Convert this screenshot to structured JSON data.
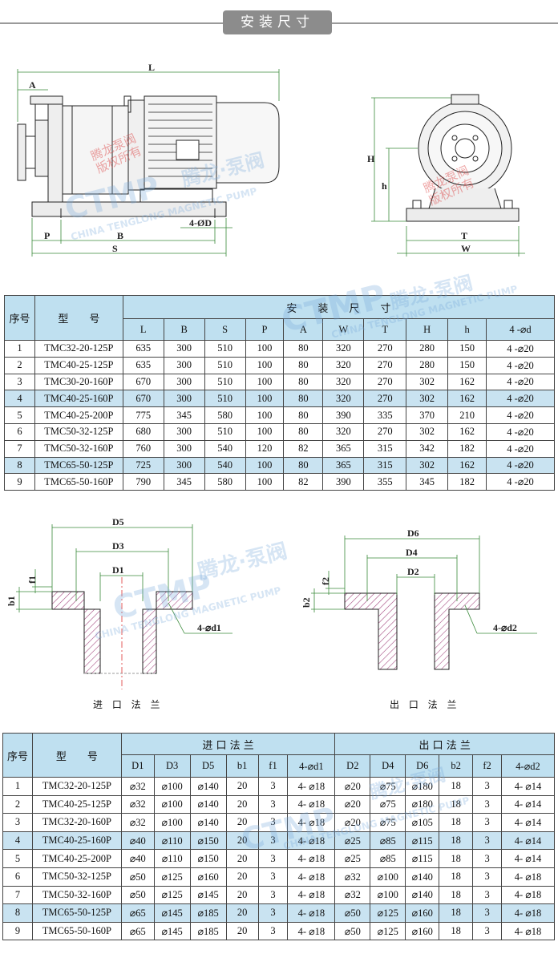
{
  "header": {
    "title": "安装尺寸"
  },
  "watermarks": {
    "ctmp": "CTMP",
    "brand_cn": "腾龙·泵阀",
    "brand_en": "CHINA TENGLONG MAGNETIC PUMP",
    "copyright_line1": "腾龙泵阀",
    "copyright_line2": "版权所有"
  },
  "pump_drawing": {
    "labels": {
      "L": "L",
      "A": "A",
      "H": "H",
      "h": "h",
      "P": "P",
      "B": "B",
      "S": "S",
      "T": "T",
      "W": "W",
      "holes": "4-ØD"
    }
  },
  "table1": {
    "col_no": "序号",
    "col_model": "型　　号",
    "group": "安　　装　　尺　　寸",
    "columns": [
      "L",
      "B",
      "S",
      "P",
      "A",
      "W",
      "T",
      "H",
      "h",
      "4 -⌀d"
    ],
    "rows": [
      {
        "no": "1",
        "model": "TMC32-20-125P",
        "vals": [
          "635",
          "300",
          "510",
          "100",
          "80",
          "320",
          "270",
          "280",
          "150",
          "4 -⌀20"
        ]
      },
      {
        "no": "2",
        "model": "TMC40-25-125P",
        "vals": [
          "635",
          "300",
          "510",
          "100",
          "80",
          "320",
          "270",
          "280",
          "150",
          "4 -⌀20"
        ]
      },
      {
        "no": "3",
        "model": "TMC30-20-160P",
        "vals": [
          "670",
          "300",
          "510",
          "100",
          "80",
          "320",
          "270",
          "302",
          "162",
          "4 -⌀20"
        ]
      },
      {
        "no": "4",
        "model": "TMC40-25-160P",
        "vals": [
          "670",
          "300",
          "510",
          "100",
          "80",
          "320",
          "270",
          "302",
          "162",
          "4 -⌀20"
        ]
      },
      {
        "no": "5",
        "model": "TMC40-25-200P",
        "vals": [
          "775",
          "345",
          "580",
          "100",
          "80",
          "390",
          "335",
          "370",
          "210",
          "4 -⌀20"
        ]
      },
      {
        "no": "6",
        "model": "TMC50-32-125P",
        "vals": [
          "680",
          "300",
          "510",
          "100",
          "80",
          "320",
          "270",
          "302",
          "162",
          "4 -⌀20"
        ]
      },
      {
        "no": "7",
        "model": "TMC50-32-160P",
        "vals": [
          "760",
          "300",
          "540",
          "120",
          "82",
          "365",
          "315",
          "342",
          "182",
          "4 -⌀20"
        ]
      },
      {
        "no": "8",
        "model": "TMC65-50-125P",
        "vals": [
          "725",
          "300",
          "540",
          "100",
          "80",
          "365",
          "315",
          "302",
          "162",
          "4 -⌀20"
        ]
      },
      {
        "no": "9",
        "model": "TMC65-50-160P",
        "vals": [
          "790",
          "345",
          "580",
          "100",
          "82",
          "390",
          "355",
          "345",
          "182",
          "4 -⌀20"
        ]
      }
    ],
    "highlight_rows": [
      4,
      8
    ]
  },
  "flange_drawings": {
    "inlet": {
      "caption": "进 口 法 兰",
      "labels": {
        "D5": "D5",
        "D3": "D3",
        "D1": "D1",
        "f1": "f1",
        "b1": "b1",
        "holes": "4-⌀d1"
      }
    },
    "outlet": {
      "caption": "出 口 法 兰",
      "labels": {
        "D6": "D6",
        "D4": "D4",
        "D2": "D2",
        "f2": "f2",
        "b2": "b2",
        "holes": "4-⌀d2"
      }
    }
  },
  "table2": {
    "col_no": "序号",
    "col_model": "型　　号",
    "group_inlet": "进 口 法 兰",
    "group_outlet": "出 口 法 兰",
    "inlet_columns": [
      "D1",
      "D3",
      "D5",
      "b1",
      "f1",
      "4-⌀d1"
    ],
    "outlet_columns": [
      "D2",
      "D4",
      "D6",
      "b2",
      "f2",
      "4-⌀d2"
    ],
    "rows": [
      {
        "no": "1",
        "model": "TMC32-20-125P",
        "inlet": [
          "⌀32",
          "⌀100",
          "⌀140",
          "20",
          "3",
          "4- ⌀18"
        ],
        "outlet": [
          "⌀20",
          "⌀75",
          "⌀180",
          "18",
          "3",
          "4- ⌀14"
        ]
      },
      {
        "no": "2",
        "model": "TMC40-25-125P",
        "inlet": [
          "⌀32",
          "⌀100",
          "⌀140",
          "20",
          "3",
          "4- ⌀18"
        ],
        "outlet": [
          "⌀20",
          "⌀75",
          "⌀180",
          "18",
          "3",
          "4- ⌀14"
        ]
      },
      {
        "no": "3",
        "model": "TMC32-20-160P",
        "inlet": [
          "⌀32",
          "⌀100",
          "⌀140",
          "20",
          "3",
          "4- ⌀18"
        ],
        "outlet": [
          "⌀20",
          "⌀75",
          "⌀105",
          "18",
          "3",
          "4- ⌀14"
        ]
      },
      {
        "no": "4",
        "model": "TMC40-25-160P",
        "inlet": [
          "⌀40",
          "⌀110",
          "⌀150",
          "20",
          "3",
          "4- ⌀18"
        ],
        "outlet": [
          "⌀25",
          "⌀85",
          "⌀115",
          "18",
          "3",
          "4- ⌀14"
        ]
      },
      {
        "no": "5",
        "model": "TMC40-25-200P",
        "inlet": [
          "⌀40",
          "⌀110",
          "⌀150",
          "20",
          "3",
          "4- ⌀18"
        ],
        "outlet": [
          "⌀25",
          "⌀85",
          "⌀115",
          "18",
          "3",
          "4- ⌀14"
        ]
      },
      {
        "no": "6",
        "model": "TMC50-32-125P",
        "inlet": [
          "⌀50",
          "⌀125",
          "⌀160",
          "20",
          "3",
          "4- ⌀18"
        ],
        "outlet": [
          "⌀32",
          "⌀100",
          "⌀140",
          "18",
          "3",
          "4- ⌀18"
        ]
      },
      {
        "no": "7",
        "model": "TMC50-32-160P",
        "inlet": [
          "⌀50",
          "⌀125",
          "⌀145",
          "20",
          "3",
          "4- ⌀18"
        ],
        "outlet": [
          "⌀32",
          "⌀100",
          "⌀140",
          "18",
          "3",
          "4- ⌀18"
        ]
      },
      {
        "no": "8",
        "model": "TMC65-50-125P",
        "inlet": [
          "⌀65",
          "⌀145",
          "⌀185",
          "20",
          "3",
          "4- ⌀18"
        ],
        "outlet": [
          "⌀50",
          "⌀125",
          "⌀160",
          "18",
          "3",
          "4- ⌀18"
        ]
      },
      {
        "no": "9",
        "model": "TMC65-50-160P",
        "inlet": [
          "⌀65",
          "⌀145",
          "⌀185",
          "20",
          "3",
          "4- ⌀18"
        ],
        "outlet": [
          "⌀50",
          "⌀125",
          "⌀160",
          "18",
          "3",
          "4- ⌀18"
        ]
      }
    ],
    "highlight_rows": [
      4,
      8
    ]
  }
}
